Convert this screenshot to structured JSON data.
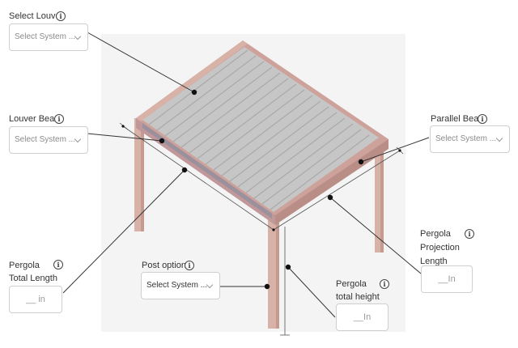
{
  "select_louver": {
    "label": "Select Louver",
    "value": "Select System ..."
  },
  "louver_beam": {
    "label": "Louver Beam",
    "value": "Select System ..."
  },
  "parallel_beam": {
    "label": "Parallel Beam",
    "value": "Select System ..."
  },
  "post_options": {
    "label": "Post options",
    "value": "Select System ..."
  },
  "total_length": {
    "label_line1": "Pergola",
    "label_line2": "Total Length",
    "placeholder": "__ in"
  },
  "projection_length": {
    "label": "Pergola Projection Length",
    "placeholder": "__In"
  },
  "total_height": {
    "label_line1": "Pergola",
    "label_line2": "total height",
    "placeholder": "__In"
  },
  "info_glyph": "i",
  "colors": {
    "post": "#d9b2a8",
    "post_shadow": "#c49a90",
    "beam": "#c99a94",
    "louver": "#bfbfbf",
    "louver_line": "#a8a8a8",
    "panel_bg": "#f4f4f4"
  }
}
